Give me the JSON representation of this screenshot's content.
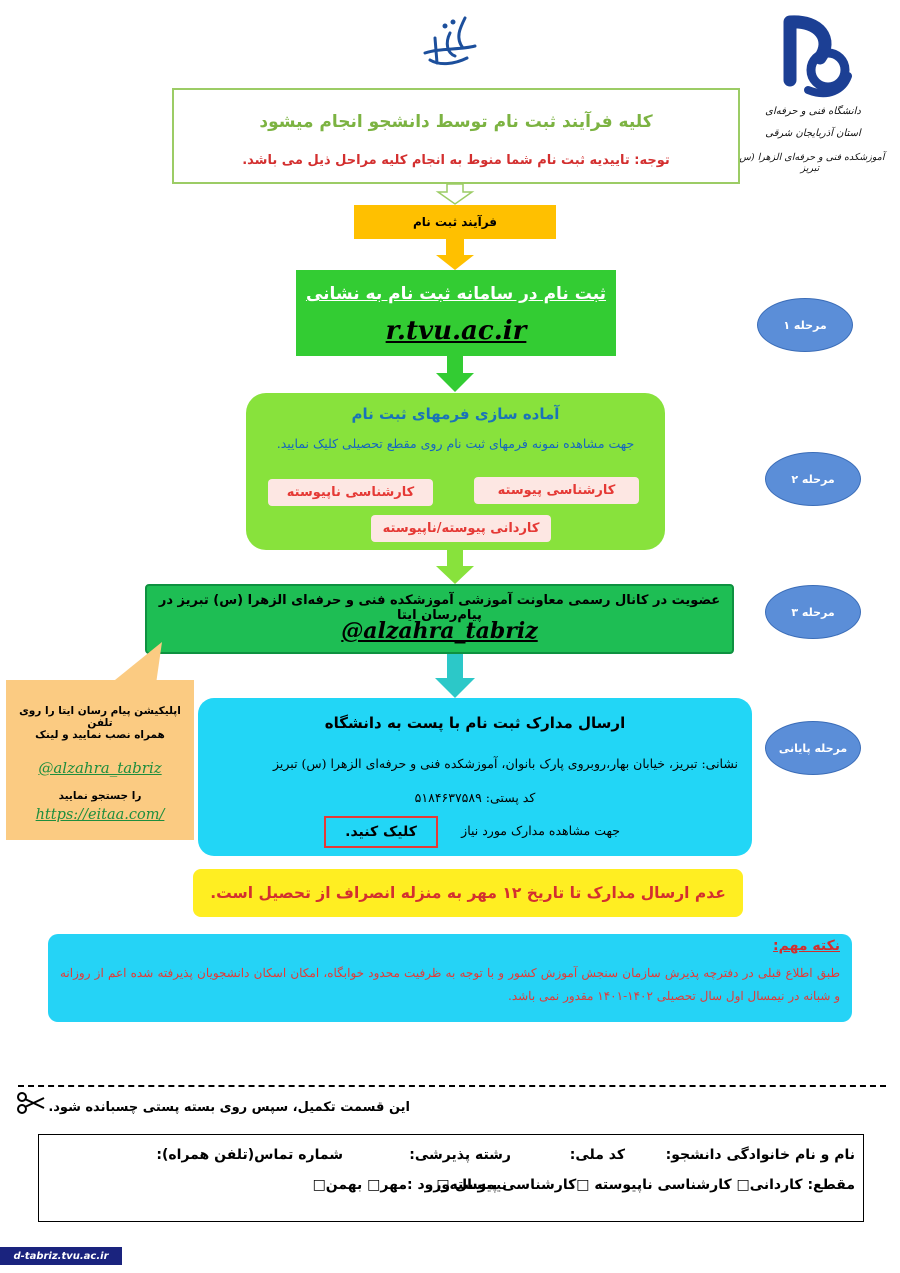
{
  "header": {
    "calligraphy": "باسمه تعالی",
    "logo_lines": [
      "دانشگاه فنی و حرفه‌ای",
      "استان آذربایجان شرقی",
      "آموزشکده فنی و حرفه‌ای الزهرا (س) تبریز"
    ]
  },
  "intro": {
    "title": "کلیه فرآیند ثبت نام توسط دانشجو انجام میشود",
    "note": "توجه: تاییدیه ثبت نام شما منوط به انجام کلیه مراحل ذیل می باشد."
  },
  "process_label": "فرآیند ثبت نام",
  "stages": {
    "stage1": "مرحله ۱",
    "stage2": "مرحله ۲",
    "stage3": "مرحله ۳",
    "final": "مرحله پایانی"
  },
  "step1": {
    "title": "ثبت نام در سامانه ثبت نام به نشانی",
    "url": "r.tvu.ac.ir"
  },
  "step2": {
    "title": "آماده سازی فرمهای ثبت نام",
    "description": "جهت مشاهده نمونه فرمهای ثبت نام روی مقطع تحصیلی کلیک نمایید.",
    "degrees": {
      "continuous_bachelor": "کارشناسی پیوسته",
      "discontinuous_bachelor": "کارشناسی ناپیوسته",
      "associate": "کاردانی پیوسته/ناپیوسته"
    }
  },
  "step3": {
    "title": "عضویت در کانال رسمی معاونت آموزشی آموزشکده فنی و حرفه‌ای الزهرا (س) تبریز در پیام‌رسان ایتا",
    "handle": "@alzahra_tabriz"
  },
  "final_step": {
    "title": "ارسال مدارک ثبت نام با پست به دانشگاه",
    "address": "نشانی: تبریز، خیابان بهار،روبروی پارک بانوان، آموزشکده فنی و حرفه‌ای الزهرا (س) تبریز",
    "postal_code": "کد پستی: ۵۱۸۴۶۳۷۵۸۹",
    "docs_text": "جهت مشاهده مدارک مورد نیاز",
    "click_label": "کلیک کنید."
  },
  "warning": "عدم ارسال مدارک تا تاریخ ۱۲ مهر به منزله انصراف از تحصیل است.",
  "note": {
    "title": "نکته مهم:",
    "body": "طبق اطلاع قبلی در دفترچه پذیرش سازمان سنجش آموزش کشور و با توجه به ظرفیت محدود خوابگاه، امکان اسکان دانشجویان پذیرفته شده اعم از روزانه و شبانه در نیمسال اول سال تحصیلی ۱۴۰۲-۱۴۰۱ مقدور نمی باشد."
  },
  "callout": {
    "line1": "اپلیکیشن پیام رسان ایتا را روی تلفن",
    "line2": "همراه نصب نمایید و لینک",
    "handle": "@alzahra_tabriz",
    "line3": "را جستجو نمایید",
    "url": "https://eitaa.com/"
  },
  "cut_section": {
    "instruction": "این قسمت تکمیل، سپس روی بسته پستی چسبانده شود."
  },
  "form": {
    "name": "نام و نام خانوادگی دانشجو:",
    "national_code": "کد ملی:",
    "field": "رشته پذیرشی:",
    "phone": "شماره تماس(تلفن همراه):",
    "degree": "مقطع: کاردانی□ کارشناسی ناپیوسته □کارشناسی پیوسته□",
    "semester": "نیمسال ورود :مهر□ بهمن□"
  },
  "footer": "d-tabriz.tvu.ac.ir",
  "colors": {
    "step1": "#33cc33",
    "step2": "#88e23c",
    "step3": "#1ebe54",
    "final": "#22d6f6",
    "warning": "#ffee22",
    "process_label": "#ffc000",
    "stage_circle": "#5b8ed8"
  }
}
